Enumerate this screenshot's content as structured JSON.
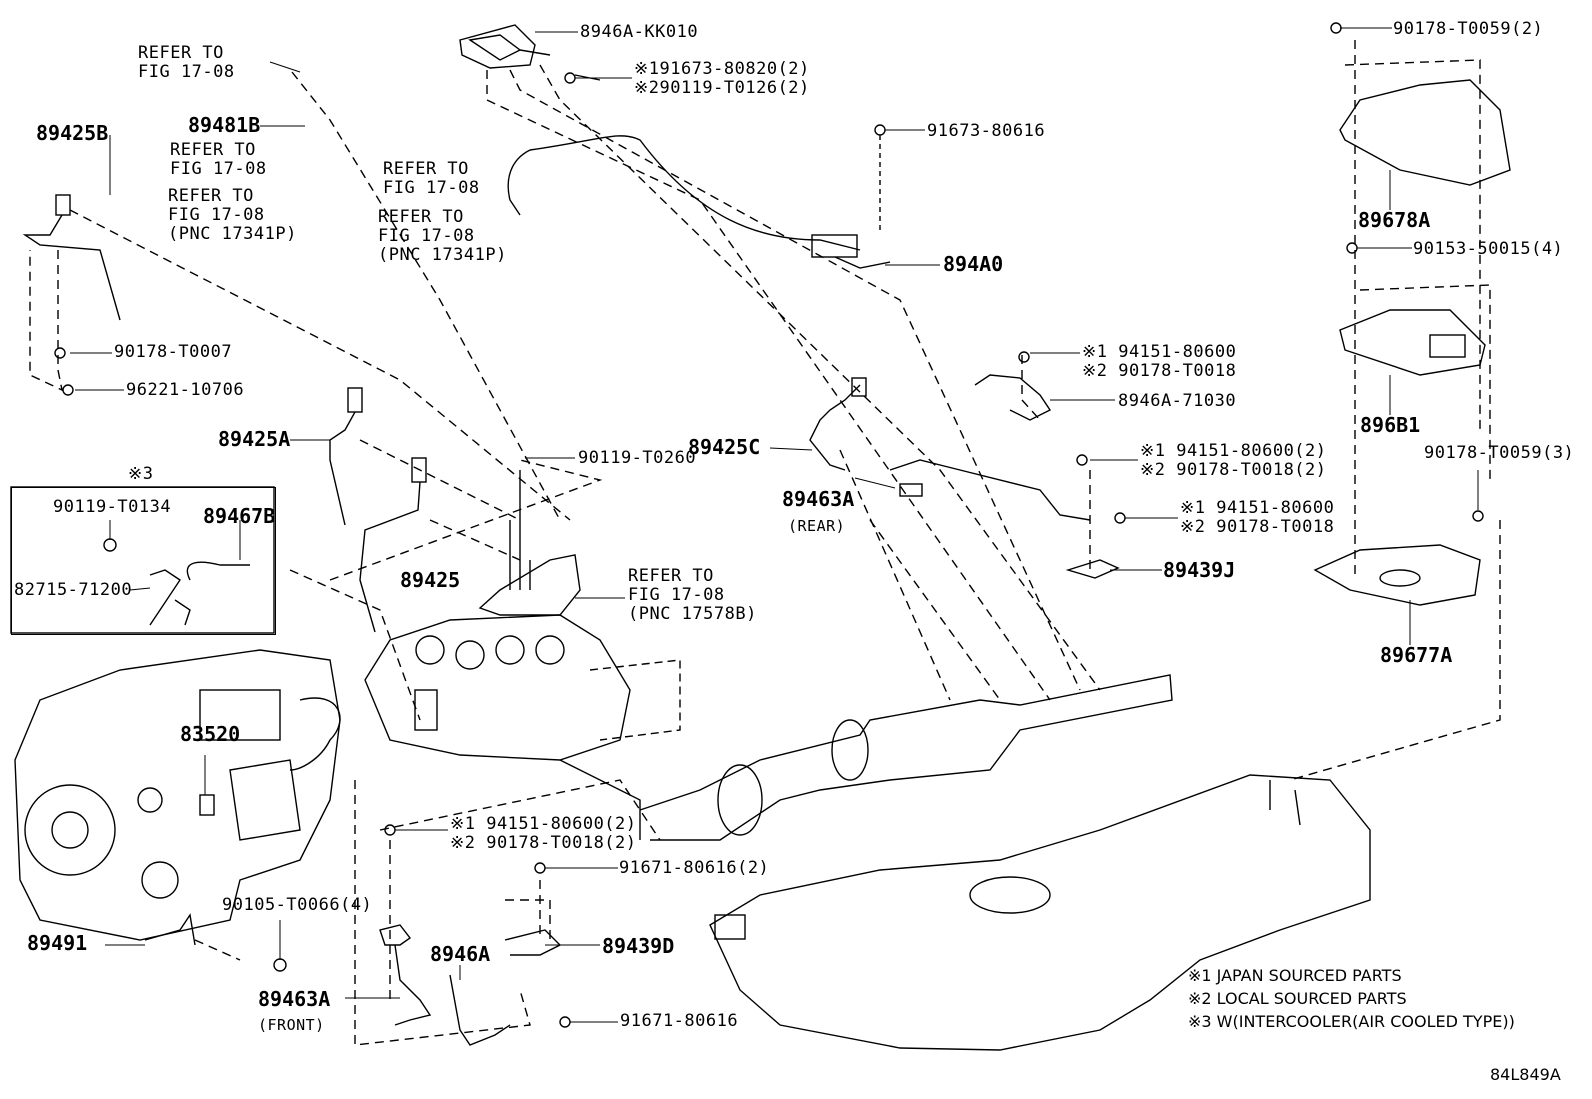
{
  "diagram_id": "84L849A",
  "refer_fig": "REFER TO",
  "fig_1708": "FIG 17-08",
  "pnc_17341p": "(PNC 17341P)",
  "pnc_17578b": "(PNC 17578B)",
  "callouts": {
    "p8946a_kk010": "8946A-KK010",
    "p91673_80820": "※191673-80820(2)",
    "p90119_t0126": "※290119-T0126(2)",
    "p91673_80616": "91673-80616",
    "p894a0": "894A0",
    "p89425b": "89425B",
    "p89481b": "89481B",
    "p90178_t0007": "90178-T0007",
    "p96221_10706": "96221-10706",
    "p89425a": "89425A",
    "p89425": "89425",
    "p90119_t0260": "90119-T0260",
    "p89425c": "89425C",
    "p89463a_rear": "89463A",
    "rear": "(REAR)",
    "p94151_80600_a": "※1 94151-80600",
    "p90178_t0018_a": "※2 90178-T0018",
    "p8946a_71030": "8946A-71030",
    "p94151_80600_b": "※1 94151-80600(2)",
    "p90178_t0018_b": "※2 90178-T0018(2)",
    "p94151_80600_c": "※1 94151-80600",
    "p90178_t0018_c": "※2 90178-T0018",
    "p89439j": "89439J",
    "p90178_t0059_2": "90178-T0059(2)",
    "p89678a": "89678A",
    "p90153_50015": "90153-50015(4)",
    "p896b1": "896B1",
    "p90178_t0059_3": "90178-T0059(3)",
    "p89677a": "89677A",
    "mark3": "※3",
    "p90119_t0134": "90119-T0134",
    "p89467b": "89467B",
    "p82715_71200": "82715-71200",
    "p83520": "83520",
    "p94151_80600_d": "※1 94151-80600(2)",
    "p90178_t0018_d": "※2 90178-T0018(2)",
    "p91671_80616_2": "91671-80616(2)",
    "p90105_t0066": "90105-T0066(4)",
    "p89491": "89491",
    "p8946a": "8946A",
    "p89439d": "89439D",
    "p89463a_front": "89463A",
    "front": "(FRONT)",
    "p91671_80616": "91671-80616"
  },
  "legend": {
    "n1": "※1 JAPAN SOURCED PARTS",
    "n2": "※2 LOCAL SOURCED PARTS",
    "n3": "※3 W(INTERCOOLER(AIR COOLED TYPE))"
  }
}
